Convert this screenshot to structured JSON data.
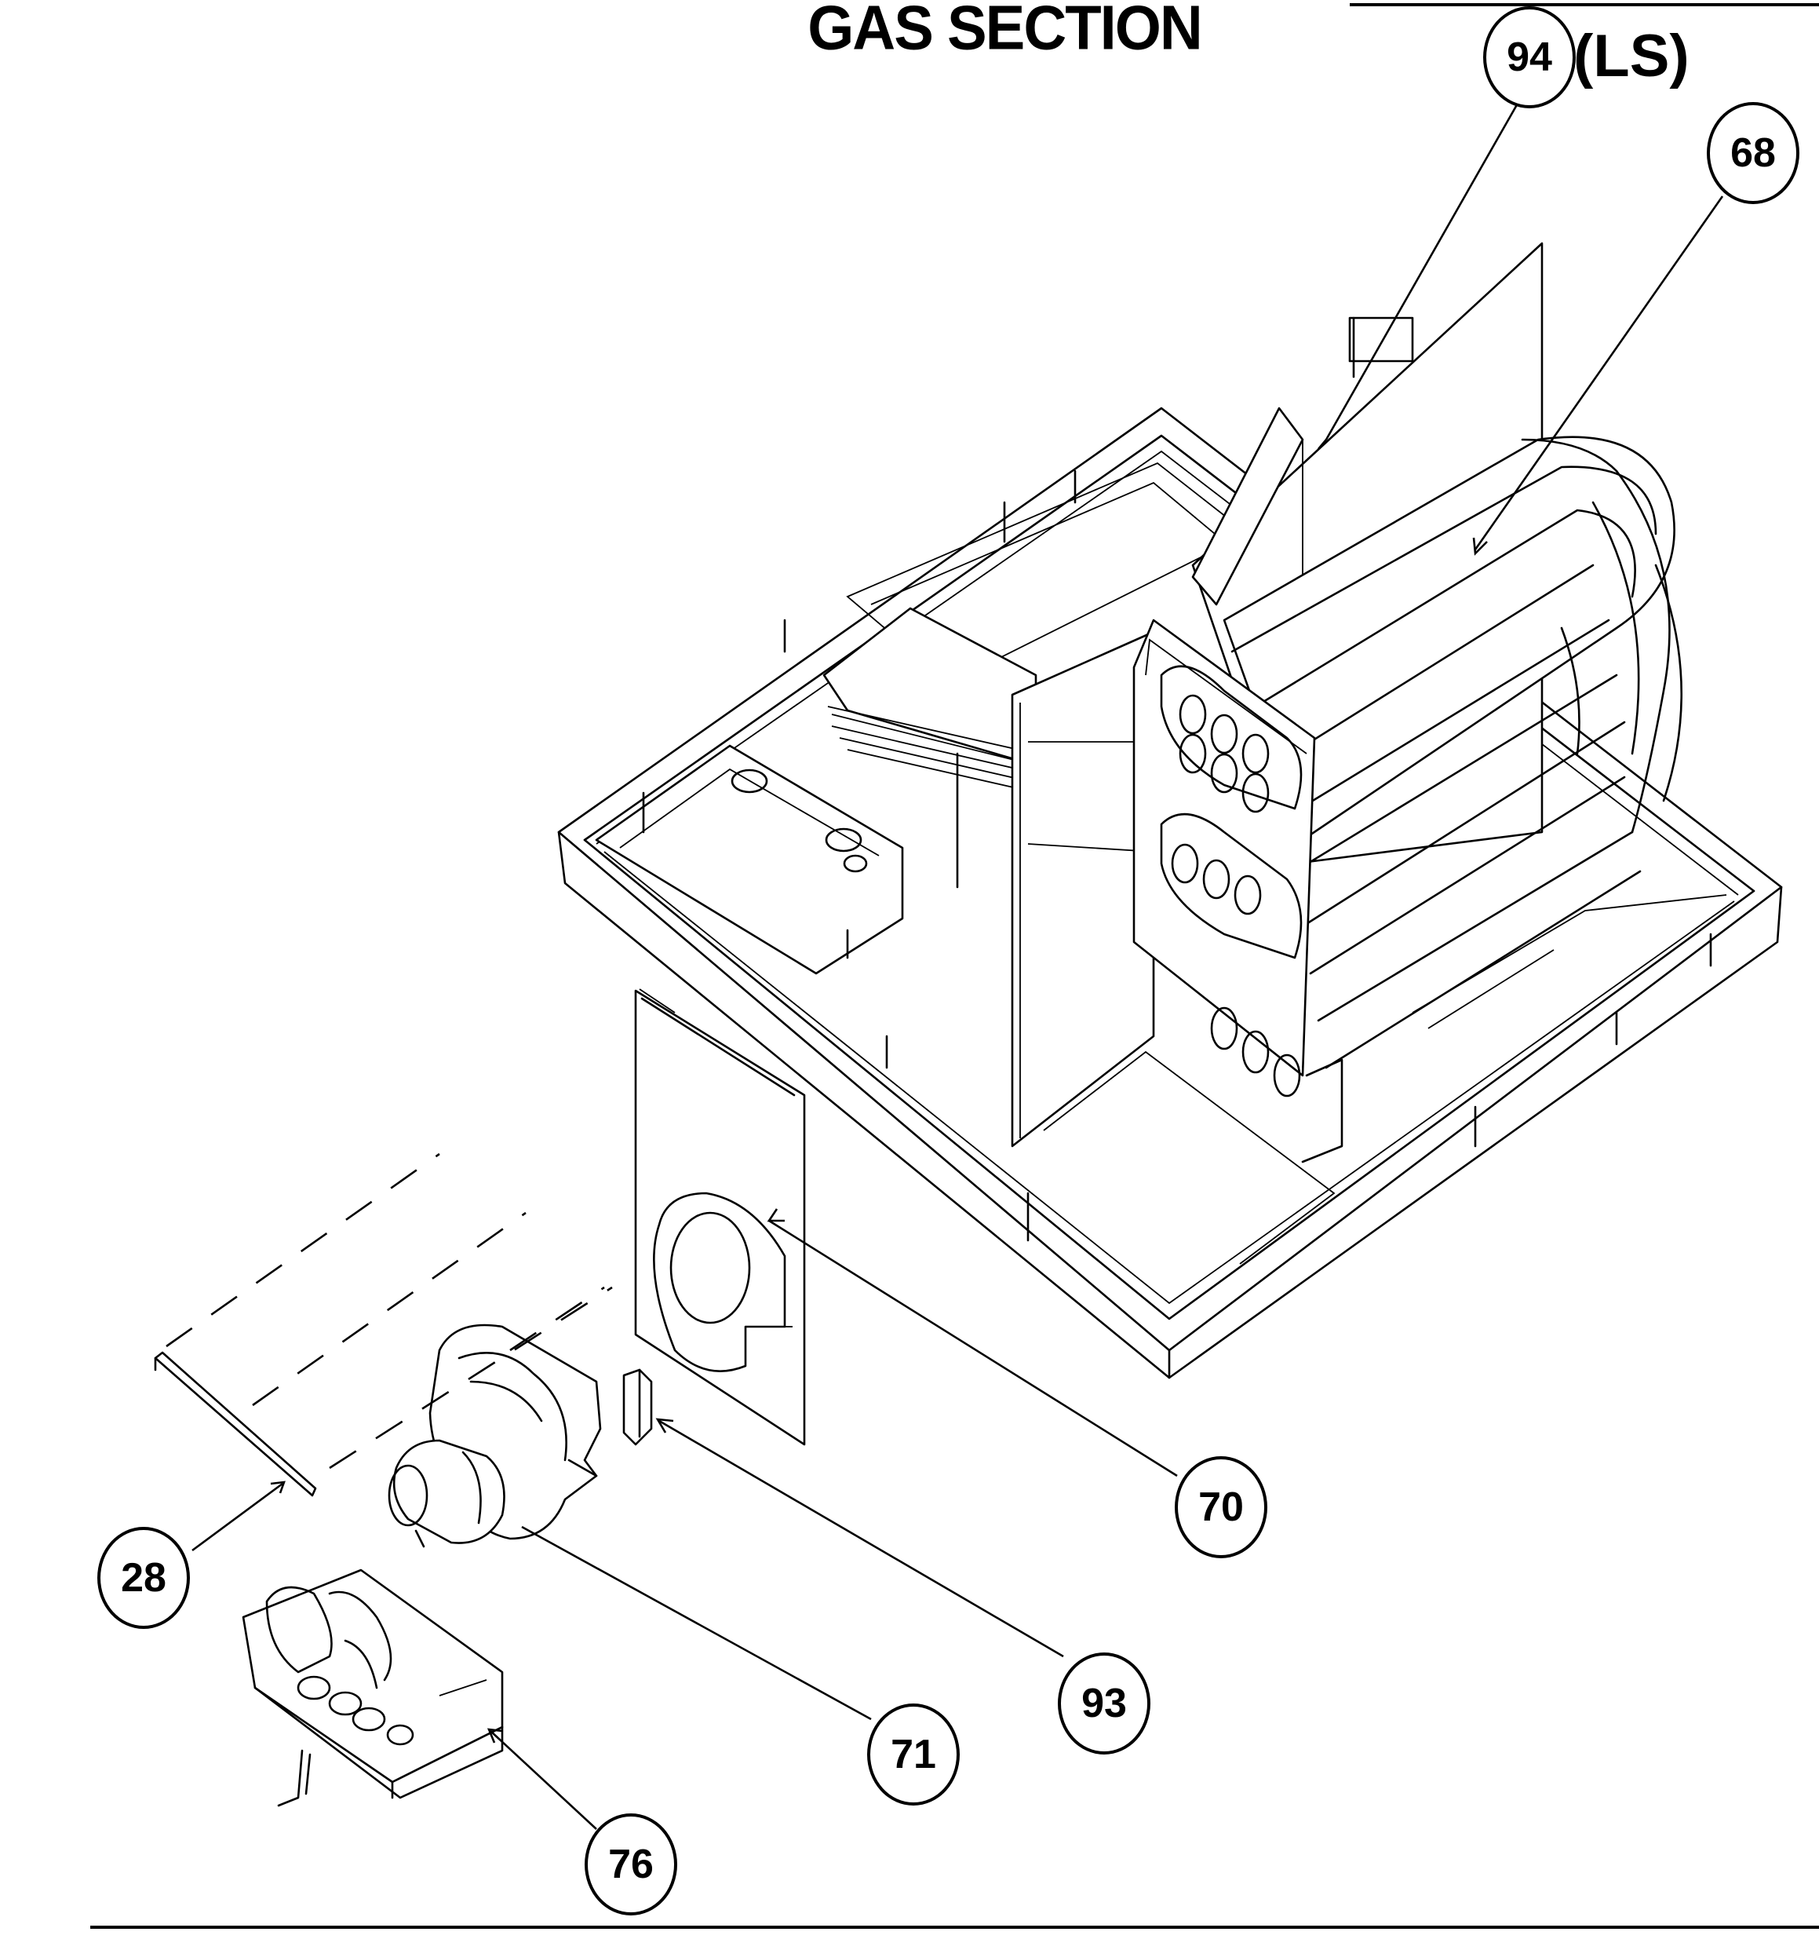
{
  "title": "GAS SECTION",
  "note": "(LS)",
  "callouts": [
    {
      "id": "94",
      "label": "94"
    },
    {
      "id": "68",
      "label": "68"
    },
    {
      "id": "70",
      "label": "70"
    },
    {
      "id": "28",
      "label": "28"
    },
    {
      "id": "93",
      "label": "93"
    },
    {
      "id": "71",
      "label": "71"
    },
    {
      "id": "76",
      "label": "76"
    }
  ]
}
